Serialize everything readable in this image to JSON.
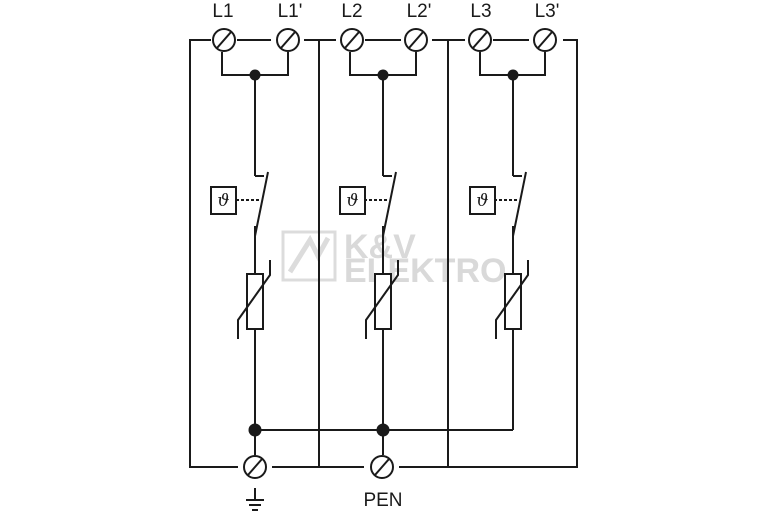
{
  "terminals": {
    "top": [
      "L1",
      "L1'",
      "L2",
      "L2'",
      "L3",
      "L3'"
    ],
    "bottom_right": "PEN"
  },
  "thermal_symbol": "ϑ",
  "watermark": {
    "line1": "K&V",
    "line2": "ELEKTRO"
  },
  "icons": {
    "ground": "ground-icon",
    "logo": "kv-logo-icon"
  },
  "colors": {
    "ink": "#1a1a1a",
    "watermark": "#d9d9d9"
  }
}
